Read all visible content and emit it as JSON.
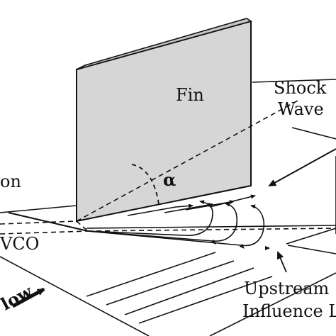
{
  "diagram": {
    "labels": {
      "fin": "Fin",
      "shock_line1": "Shock",
      "shock_line2": "Wave",
      "alpha": "α",
      "left_top": "on",
      "left_mid": "VCO",
      "flow": "low",
      "upstream_line1": "Upstream",
      "upstream_line2": "Influence L"
    },
    "colors": {
      "fin_fill": "#d7d7d7",
      "fin_top": "#c9c9c9",
      "line": "#111111",
      "background": "#ffffff"
    }
  }
}
